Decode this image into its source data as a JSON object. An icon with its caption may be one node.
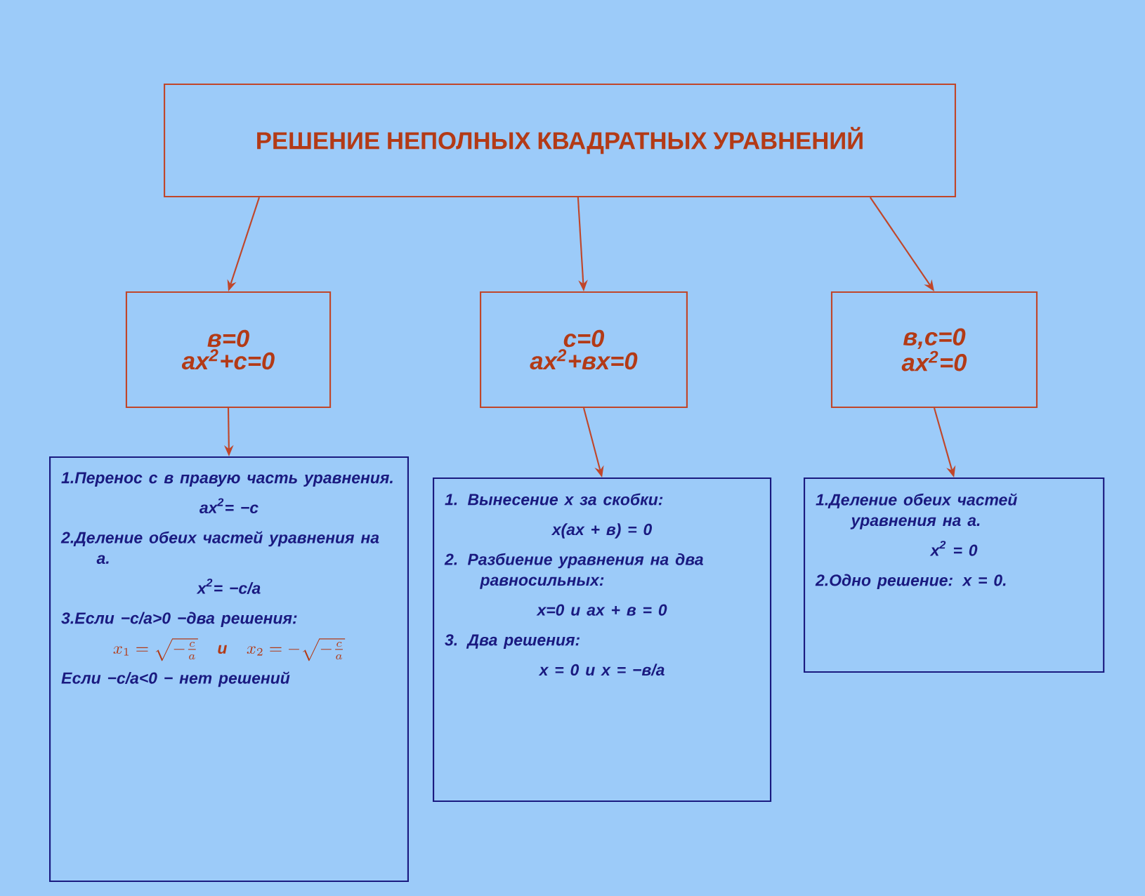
{
  "diagram": {
    "nodes": [
      {
        "text": [
          "РЕШЕНИЕ НЕПОЛНЫХ КВАДРАТНЫХ УРАВНЕНИЙ"
        ]
      },
      {
        "text": [
          "в=0",
          "ax$^{2}$+c=0"
        ]
      },
      {
        "text": [
          "c=0",
          "ax$^{2}$+вx=0"
        ]
      },
      {
        "text": [
          "в,c=0",
          "ax$^{2}$=0"
        ]
      },
      {
        "text": [
          "1.Перенос c в правую часть уравнения.",
          "ax$^{2}$= −c",
          "2.Деление обеих частей уравнения на a.",
          "x$^{2}$= −c/a",
          "3.Если −c/a>0 −два решения:",
          "x_1 = \\sqrt{-\\frac{c}{a}}",
          "и",
          "x_2 = -\\sqrt{-\\frac{c}{a}}",
          "Если −c/a<0 − нет решений"
        ]
      },
      {
        "text": [
          "1. Вынесение x за скобки:",
          "x(ax + в) = 0",
          "2. Разбиение уравнения на два равносильных:",
          "x=0 и ax + в = 0",
          "3. Два решения:",
          "x = 0 и x = −в/a"
        ]
      },
      {
        "text": [
          "1.Деление обеих частей уравнения на a.",
          "x$^{2}$ = 0",
          "2.Одно решение: x = 0."
        ]
      }
    ],
    "edges": [
      {
        "from": 0,
        "to": 1,
        "arrow": "to"
      },
      {
        "from": 0,
        "to": 2,
        "arrow": "to"
      },
      {
        "from": 0,
        "to": 3,
        "arrow": "to"
      },
      {
        "from": 1,
        "to": 4,
        "arrow": "to"
      },
      {
        "from": 2,
        "to": 5,
        "arrow": "to"
      },
      {
        "from": 3,
        "to": 6,
        "arrow": "to"
      }
    ]
  }
}
